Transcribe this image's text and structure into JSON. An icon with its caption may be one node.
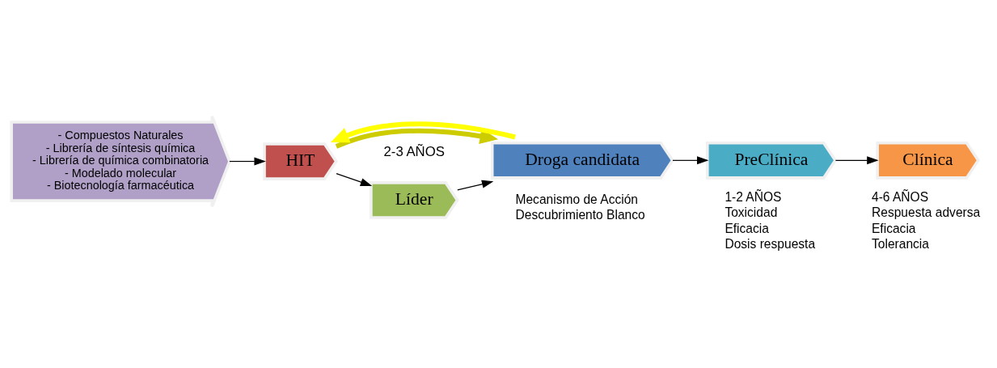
{
  "diagram": {
    "nodes": [
      {
        "text": [
          "- Compuestos Naturales",
          "- Librería de síntesis química",
          "- Librería de química combinatoria",
          "- Modelado molecular",
          "- Biotecnología farmacéutica"
        ]
      },
      {
        "text": [
          "HIT"
        ]
      },
      {
        "text": [
          "Líder"
        ]
      },
      {
        "text": [
          "Droga candidata"
        ],
        "beside": [
          "Mecanismo de Acción",
          "Descubrimiento Blanco"
        ]
      },
      {
        "text": [
          "PreClínica"
        ],
        "beside": [
          "1-2 AÑOS",
          "Toxicidad",
          "Eficacia",
          "Dosis respuesta"
        ]
      },
      {
        "text": [
          "Clínica"
        ],
        "beside": [
          "4-6 AÑOS",
          "Respuesta adversa",
          "Eficacia",
          "Tolerancia"
        ]
      }
    ],
    "edges": [
      {
        "from": 0,
        "to": 1,
        "arrow": "to"
      },
      {
        "from": 1,
        "to": 2,
        "arrow": "to"
      },
      {
        "from": 2,
        "to": 3,
        "arrow": "to"
      },
      {
        "from": 3,
        "to": 4,
        "arrow": "to"
      },
      {
        "from": 4,
        "to": 5,
        "arrow": "to"
      },
      {
        "from": 1,
        "to": 3,
        "arrow": "to",
        "style": "thick",
        "color": "#cccc00"
      },
      {
        "from": 3,
        "to": 1,
        "arrow": "to",
        "style": "thick",
        "color": "#ffff00"
      }
    ],
    "labels": [
      "2-3 AÑOS"
    ]
  }
}
